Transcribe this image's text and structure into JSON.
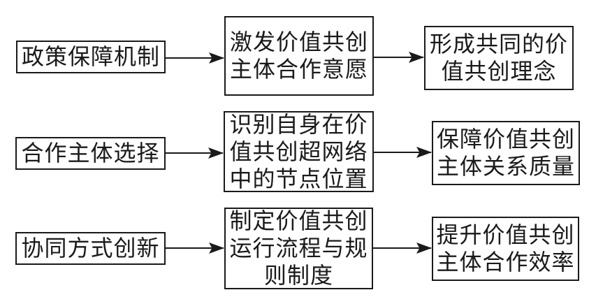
{
  "diagram": {
    "description_lang": "zh",
    "colors": {
      "background": "#ffffff",
      "border": "#1a1a1a",
      "text": "#1a1a1a",
      "arrow": "#1a1a1a"
    },
    "rows": [
      {
        "left": {
          "text": "政策保障机制",
          "lines": [
            "政策保障机制"
          ]
        },
        "middle": {
          "text": "激发价值共创主体合作意愿",
          "lines": [
            "激发价值共创",
            "主体合作意愿"
          ]
        },
        "right": {
          "text": "形成共同的价值共创理念",
          "lines": [
            "形成共同的价",
            "值共创理念"
          ]
        }
      },
      {
        "left": {
          "text": "合作主体选择",
          "lines": [
            "合作主体选择"
          ]
        },
        "middle": {
          "text": "识别自身在价值共创超网络中的节点位置",
          "lines": [
            "识别自身在价",
            "值共创超网络",
            "中的节点位置"
          ]
        },
        "right": {
          "text": "保障价值共创主体关系质量",
          "lines": [
            "保障价值共创",
            "主体关系质量"
          ]
        }
      },
      {
        "left": {
          "text": "协同方式创新",
          "lines": [
            "协同方式创新"
          ]
        },
        "middle": {
          "text": "制定价值共创运行流程与规则制度",
          "lines": [
            "制定价值共创",
            "运行流程与规",
            "则制度"
          ]
        },
        "right": {
          "text": "提升价值共创主体合作效率",
          "lines": [
            "提升价值共创",
            "主体合作效率"
          ]
        }
      }
    ]
  }
}
